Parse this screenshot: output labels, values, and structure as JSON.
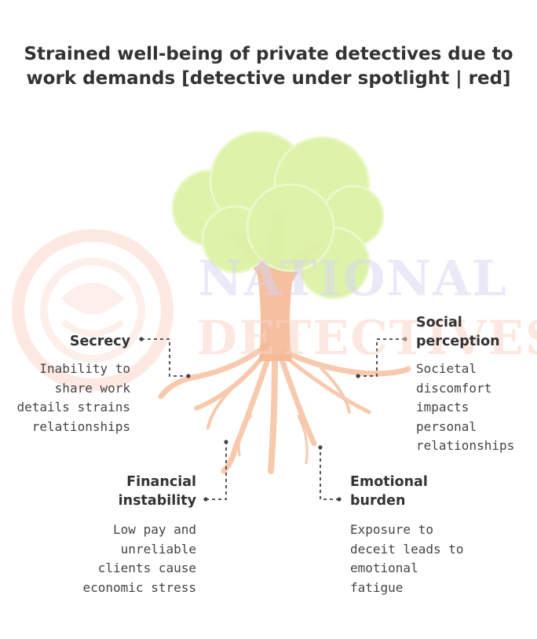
{
  "title": "Strained well-being of private detectives due to work demands [detective under spotlight | red]",
  "watermark": {
    "line1": "NATIONAL",
    "line2": "DETECTIVES",
    "color1": "#d9d4f2",
    "color2": "#fbd3c4"
  },
  "colors": {
    "canopy": "#dcf3a6",
    "canopy_edge": "#e9f8c4",
    "trunk": "#f4b896",
    "roots": "#f6c09f",
    "connector": "#444444"
  },
  "items": {
    "secrecy": {
      "heading": "Secrecy",
      "desc": [
        "Inability to",
        "share work",
        "details strains",
        "relationships"
      ]
    },
    "social": {
      "heading": [
        "Social",
        "perception"
      ],
      "desc": [
        "Societal",
        "discomfort",
        "impacts",
        "personal",
        "relationships"
      ]
    },
    "financial": {
      "heading": [
        "Financial",
        "instability"
      ],
      "desc": [
        "Low pay and",
        "unreliable",
        "clients cause",
        "economic stress"
      ]
    },
    "emotional": {
      "heading": [
        "Emotional",
        "burden"
      ],
      "desc": [
        "Exposure to",
        "deceit leads to",
        "emotional",
        "fatigue"
      ]
    }
  }
}
